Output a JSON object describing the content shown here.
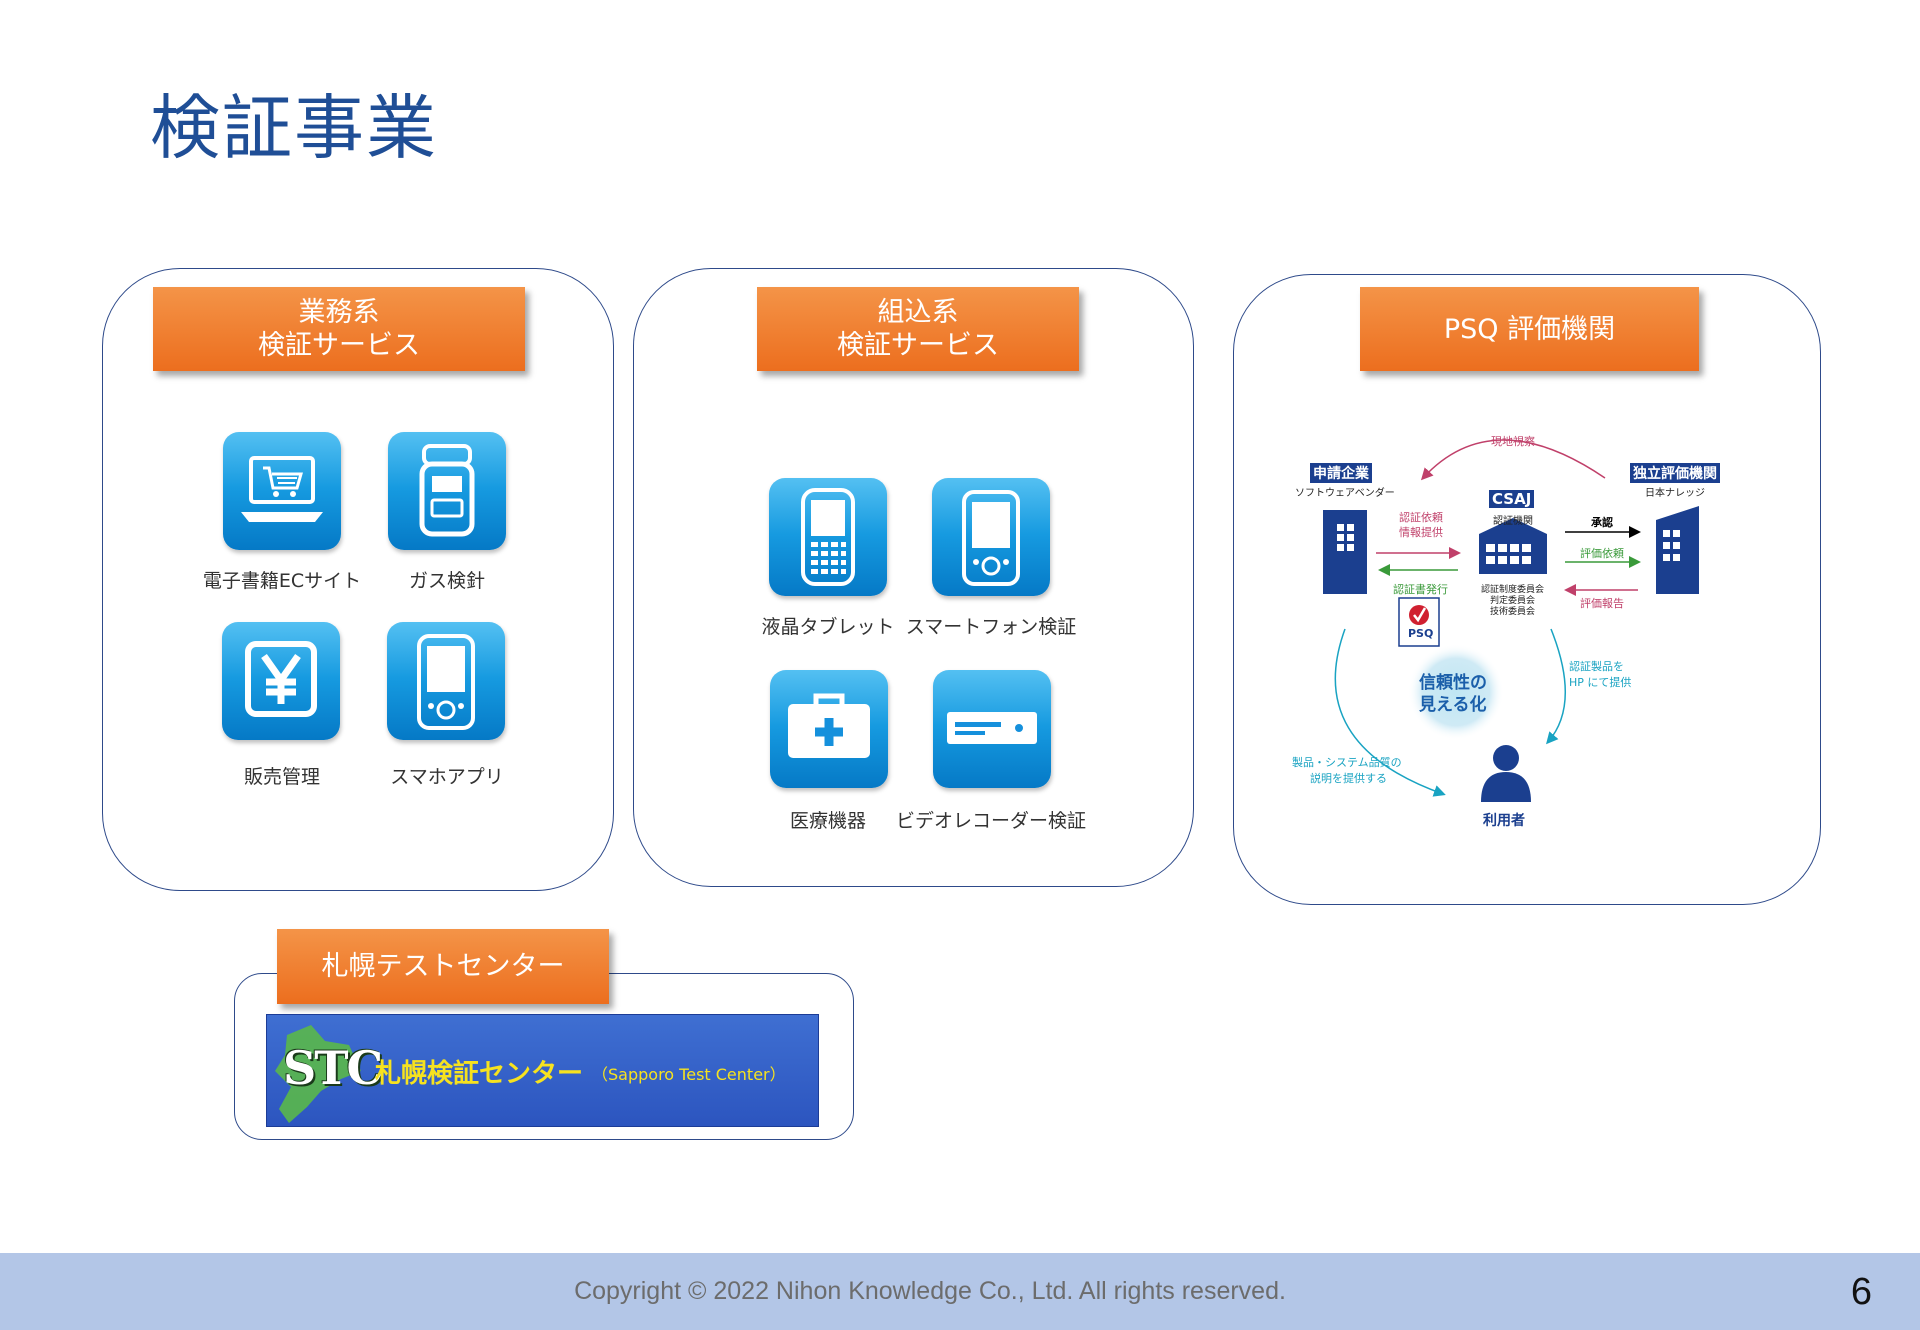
{
  "page": {
    "title": "検証事業",
    "page_number": "6",
    "copyright": "Copyright © 2022 Nihon Knowledge Co., Ltd. All rights reserved."
  },
  "business": {
    "badge_line1": "業務系",
    "badge_line2": "検証サービス",
    "items": [
      {
        "label": "電子書籍ECサイト",
        "icon": "laptop-cart-icon"
      },
      {
        "label": "ガス検針",
        "icon": "gas-meter-icon"
      },
      {
        "label": "販売管理",
        "icon": "yen-icon"
      },
      {
        "label": "スマホアプリ",
        "icon": "smartphone-icon"
      }
    ]
  },
  "embedded": {
    "badge_line1": "組込系",
    "badge_line2": "検証サービス",
    "items": [
      {
        "label": "液晶タブレット",
        "icon": "keypad-device-icon"
      },
      {
        "label": "スマートフォン検証",
        "icon": "smartphone-icon"
      },
      {
        "label": "医療機器",
        "icon": "medical-kit-icon"
      },
      {
        "label": "ビデオレコーダー検証",
        "icon": "video-recorder-icon"
      }
    ]
  },
  "psq": {
    "badge": "PSQ 評価機関",
    "onsite": "現地視察",
    "applicant_title": "申請企業",
    "applicant_sub": "ソフトウェアベンダー",
    "csaj_title": "CSAJ",
    "csaj_sub": "認証機関",
    "committees": [
      "認証制度委員会",
      "判定委員会",
      "技術委員会"
    ],
    "evaluator_title": "独立評価機関",
    "evaluator_sub": "日本ナレッジ",
    "req_cert_1": "認証依頼",
    "req_cert_2": "情報提供",
    "issue_cert": "認証書発行",
    "approve": "承認",
    "eval_req": "評価依頼",
    "eval_report": "評価報告",
    "psq_logo": "PSQ",
    "trust_1": "信頼性の",
    "trust_2": "見える化",
    "hp_1": "認証製品を",
    "hp_2": "HP にて提供",
    "explain_1": "製品・システム品質の",
    "explain_2": "説明を提供する",
    "user": "利用者",
    "colors": {
      "navy": "#1b3f8f",
      "pink": "#c0406a",
      "green": "#3a9a3a",
      "cyan": "#19a3c2"
    }
  },
  "sapporo": {
    "badge": "札幌テストセンター",
    "logo_text": "STC",
    "center_name": "札幌検証センター",
    "center_en": "（Sapporo Test Center）"
  }
}
